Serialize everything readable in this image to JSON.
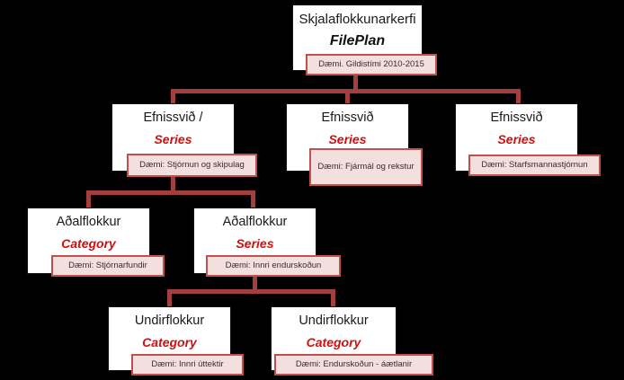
{
  "diagram": {
    "title_hidden": "",
    "colors": {
      "background": "#000000",
      "box_fill": "#ffffff",
      "box_border": "#111111",
      "connector": "#a33f3f",
      "tag_fill": "#f3e0de",
      "tag_border": "#c0504d",
      "accent_red": "#d40d0d"
    },
    "levels": [
      {
        "level": 1,
        "nodes": [
          {
            "id": "fileplan",
            "title": "Skjalaflokkunarkerfi",
            "subtitle": "FilePlan",
            "tag": "Dæmi. Gildistími  2010-2015"
          }
        ]
      },
      {
        "level": 2,
        "nodes": [
          {
            "id": "series-1",
            "title": "Efnissvið /",
            "subtitle": "Series",
            "tag": "Dæmi: Stjórnun  og skipulag"
          },
          {
            "id": "series-2",
            "title": "Efnissvið",
            "subtitle": "Series",
            "tag": "Dæmi: Fjármál og rekstur"
          },
          {
            "id": "series-3",
            "title": "Efnissvið",
            "subtitle": "Series",
            "tag": "Dæmi: Starfsmannastjórnun"
          }
        ]
      },
      {
        "level": 3,
        "nodes": [
          {
            "id": "category-1",
            "title": "Aðalflokkur",
            "subtitle": "Category",
            "tag": "Dæmi: Stjórnarfundir"
          },
          {
            "id": "series-4",
            "title": "Aðalflokkur",
            "subtitle": "Series",
            "tag": "Dæmi: Innri endurskoðun"
          }
        ]
      },
      {
        "level": 4,
        "nodes": [
          {
            "id": "subcategory-1",
            "title": "Undirflokkur",
            "subtitle": "Category",
            "tag": "Dæmi: Innri úttektir"
          },
          {
            "id": "subcategory-2",
            "title": "Undirflokkur",
            "subtitle": "Category",
            "tag": "Dæmi: Endurskoðun - áætlanir"
          }
        ]
      }
    ]
  }
}
